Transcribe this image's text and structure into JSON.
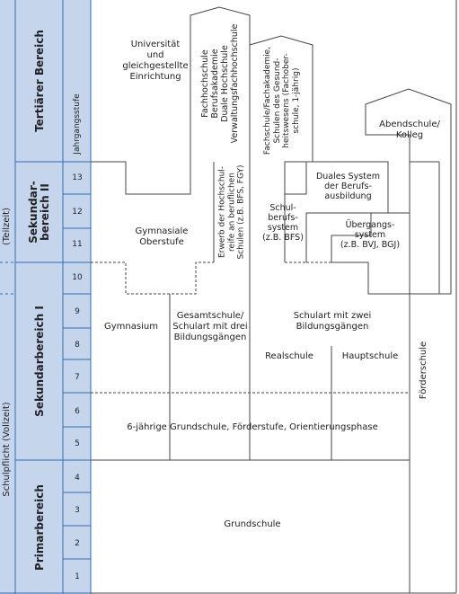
{
  "labels": {
    "tertiaer": "Tertiärer Bereich",
    "sek2_line1": "Sekundar-",
    "sek2_line2": "bereich II",
    "sek1": "Sekundarbereich I",
    "primar": "Primarbereich",
    "teilzeit": "(Teilzeit)",
    "schulpflicht": "Schulpflicht (Vollzeit)",
    "jahrgangsstufe": "Jahrgangsstufe"
  },
  "grades": [
    "1",
    "2",
    "3",
    "4",
    "5",
    "6",
    "7",
    "8",
    "9",
    "10",
    "11",
    "12",
    "13"
  ],
  "institutions": {
    "universitaet": [
      "Universität",
      "und",
      "gleichgestellte",
      "Einrichtung"
    ],
    "fachhochschule": [
      "Fachhochschule",
      "Berufsakademie",
      "Duale Hochschule",
      "Verwaltungsfachhochschule"
    ],
    "fachschule": [
      "Fachschule/Fachakademie,",
      "Schulen des Gesund-",
      "heitswesens (Fachober-",
      "schule, 1-jährig)"
    ],
    "abendschule": [
      "Abendschule/",
      "Kolleg"
    ],
    "gymnasiale_oberstufe": [
      "Gymnasiale",
      "Oberstufe"
    ],
    "erwerb": [
      "Erwerb der Hochschul-",
      "reife an beruflichen",
      "Schulen (z.B. BFS, FGY)"
    ],
    "schulberufssystem": [
      "Schul-",
      "berufs-",
      "system",
      "(z.B. BFS)"
    ],
    "duales_system": [
      "Duales System",
      "der Berufs-",
      "ausbildung"
    ],
    "uebergangssystem": [
      "Übergangs-",
      "system",
      "(z.B. BVJ, BGJ)"
    ],
    "gymnasium": "Gymnasium",
    "gesamtschule": [
      "Gesamtschule/",
      "Schulart mit drei",
      "Bildungsgängen"
    ],
    "schulart_zwei": [
      "Schulart mit zwei",
      "Bildungsgängen"
    ],
    "realschule": "Realschule",
    "hauptschule": "Hauptschule",
    "foerderschule": "Förderschule",
    "orientierung": "6-jährige Grundschule, Förderstufe, Orientierungsphase",
    "grundschule": "Grundschule"
  },
  "colors": {
    "left_panel": "#c5d5ec",
    "line": "#444444",
    "accent": "#2f6db3"
  }
}
